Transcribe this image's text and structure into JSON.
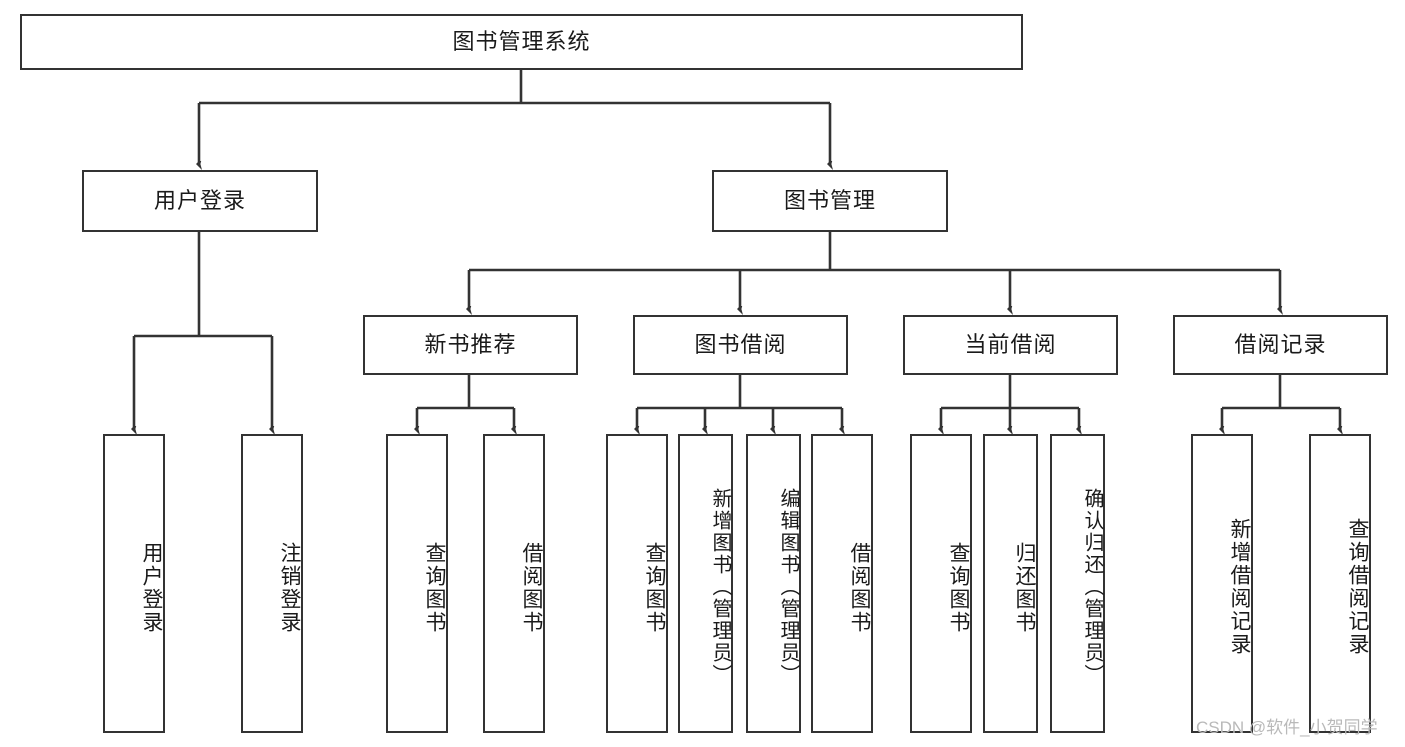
{
  "diagram": {
    "type": "tree",
    "title": "图书管理系统",
    "root": {
      "label": "图书管理系统"
    },
    "level2": [
      {
        "label": "用户登录"
      },
      {
        "label": "图书管理"
      }
    ],
    "level3": [
      {
        "label": "新书推荐"
      },
      {
        "label": "图书借阅"
      },
      {
        "label": "当前借阅"
      },
      {
        "label": "借阅记录"
      }
    ],
    "leaves": {
      "user_login": [
        {
          "label": "用户登录"
        },
        {
          "label": "注销登录"
        }
      ],
      "new_book": [
        {
          "label": "查询图书"
        },
        {
          "label": "借阅图书"
        }
      ],
      "borrow_book": [
        {
          "label": "查询图书"
        },
        {
          "label": "新增图书（管理员）"
        },
        {
          "label": "编辑图书（管理员）"
        },
        {
          "label": "借阅图书"
        }
      ],
      "current_borrow": [
        {
          "label": "查询图书"
        },
        {
          "label": "归还图书"
        },
        {
          "label": "确认归还（管理员）"
        }
      ],
      "borrow_record": [
        {
          "label": "新增借阅记录"
        },
        {
          "label": "查询借阅记录"
        }
      ]
    }
  },
  "watermark": {
    "text": "CSDN @软件_小贺同学"
  },
  "colors": {
    "border": "#333333",
    "background": "#ffffff",
    "text": "#1a1a1a",
    "watermark": "#b9b9b9"
  }
}
